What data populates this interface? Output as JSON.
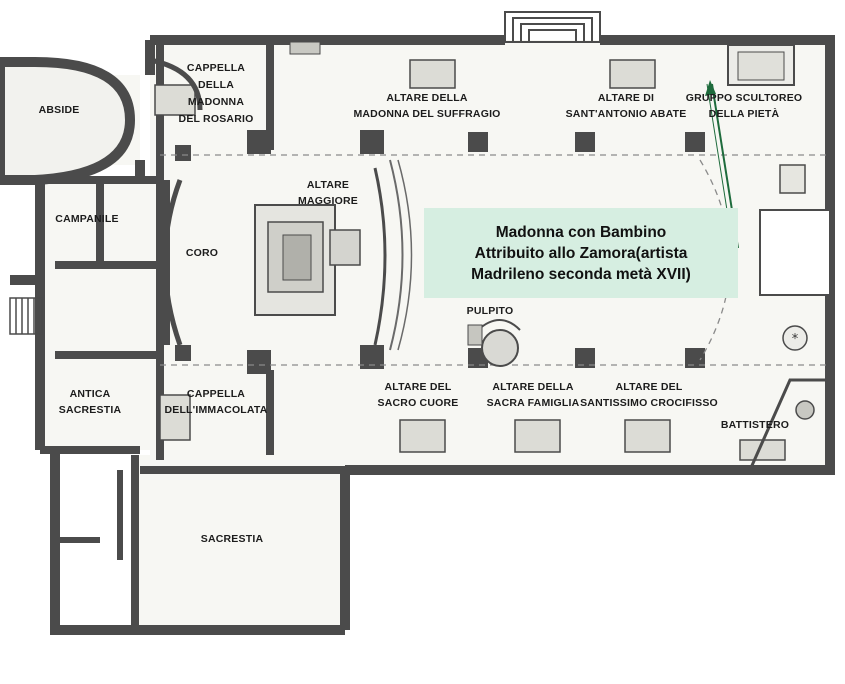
{
  "rooms": {
    "abside": "ABSIDE",
    "campanile": "CAMPANILE",
    "coro": "CORO",
    "antica_sacrestia": [
      "ANTICA",
      "SACRESTIA"
    ],
    "sacrestia": "SACRESTIA",
    "cappella_rosario": [
      "CAPPELLA",
      "DELLA",
      "MADONNA",
      "DEL ROSARIO"
    ],
    "cappella_immacolata": [
      "CAPPELLA",
      "DELL'IMMACOLATA"
    ],
    "altare_maggiore": [
      "ALTARE",
      "MAGGIORE"
    ],
    "altare_suffragio": [
      "ALTARE DELLA",
      "MADONNA DEL SUFFRAGIO"
    ],
    "altare_sant_antonio": [
      "ALTARE DI",
      "SANT'ANTONIO ABATE"
    ],
    "gruppo_pieta": [
      "GRUPPO SCULTOREO",
      "DELLA PIETÀ"
    ],
    "pulpito": "PULPITO",
    "altare_sacro_cuore": [
      "ALTARE DEL",
      "SACRO CUORE"
    ],
    "altare_sacra_famiglia": [
      "ALTARE DELLA",
      "SACRA FAMIGLIA"
    ],
    "altare_crocifisso": [
      "ALTARE DEL",
      "SANTISSIMO CROCIFISSO"
    ],
    "battistero": "BATTISTERO"
  },
  "callout": {
    "line1": "Madonna con Bambino",
    "line2": "Attribuito allo Zamora(artista",
    "line3": "Madrileno seconda metà XVII)",
    "background": "#d6eee1"
  },
  "colors": {
    "wall": "#4b4b4b",
    "floor": "#f7f7f3",
    "arrow": "#1e6b3c"
  }
}
